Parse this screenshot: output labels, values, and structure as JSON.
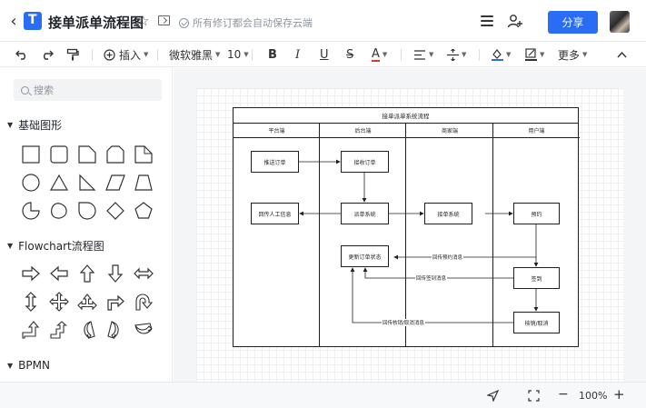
{
  "titlebar": {
    "title": "接单派单流程图",
    "save_status": "所有修订都会自动保存云端",
    "share_label": "分享"
  },
  "toolbar": {
    "insert_label": "插入",
    "font_family": "微软雅黑",
    "font_size": "10",
    "bold": "B",
    "italic": "I",
    "underline": "U",
    "strike": "S",
    "font_color": "A",
    "more_label": "更多"
  },
  "sidebar": {
    "search_placeholder": "搜索",
    "sections": [
      "基础图形",
      "Flowchart流程图",
      "BPMN"
    ]
  },
  "diagram": {
    "title": "接单派单系统流程",
    "lanes": [
      "平台端",
      "后台端",
      "商家端",
      "用户端"
    ],
    "nodes": {
      "push_order": "推送订单",
      "receive_order": "接收订单",
      "return_manual": "回传人工信息",
      "dispatch_system": "派单系统",
      "accept_system": "接单系统",
      "reserve": "预约",
      "update_status": "更新订单状态",
      "sign_in": "签到",
      "verify_cancel": "核销/取消"
    },
    "edge_labels": {
      "return_reserve": "回传预约消息",
      "return_signin": "回传签到消息",
      "return_verify": "回传核销/取消消息"
    }
  },
  "statusbar": {
    "zoom": "100%",
    "minus": "−",
    "plus": "+"
  },
  "colors": {
    "accent": "#2b6cf5",
    "font_color_underline": "#e8352b"
  }
}
